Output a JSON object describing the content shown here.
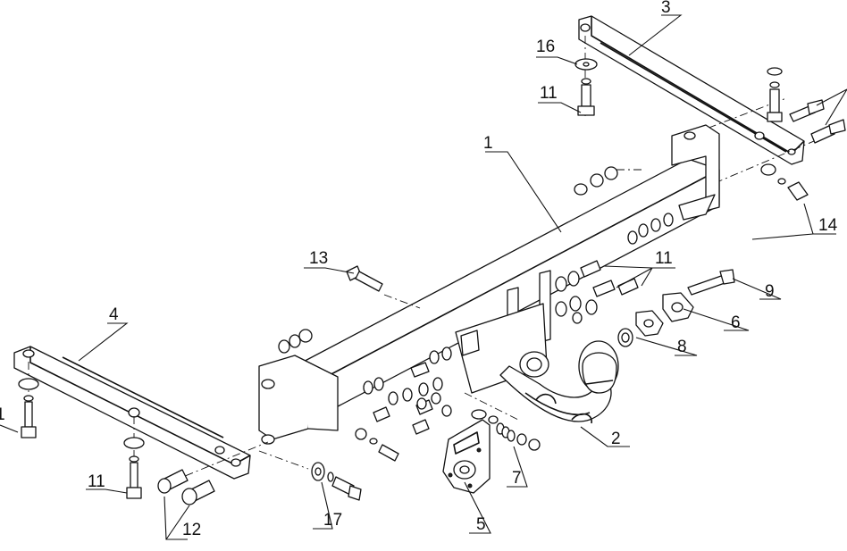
{
  "callouts": {
    "p1": "1",
    "p2": "2",
    "p3": "3",
    "p4": "4",
    "p5": "5",
    "p6": "6",
    "p7": "7",
    "p8": "8",
    "p9": "9",
    "p11a": "11",
    "p11b": "11",
    "p11c": "11",
    "p11d": "11",
    "p12": "12",
    "p13": "13",
    "p14": "14",
    "p16": "16",
    "p17": "17"
  }
}
